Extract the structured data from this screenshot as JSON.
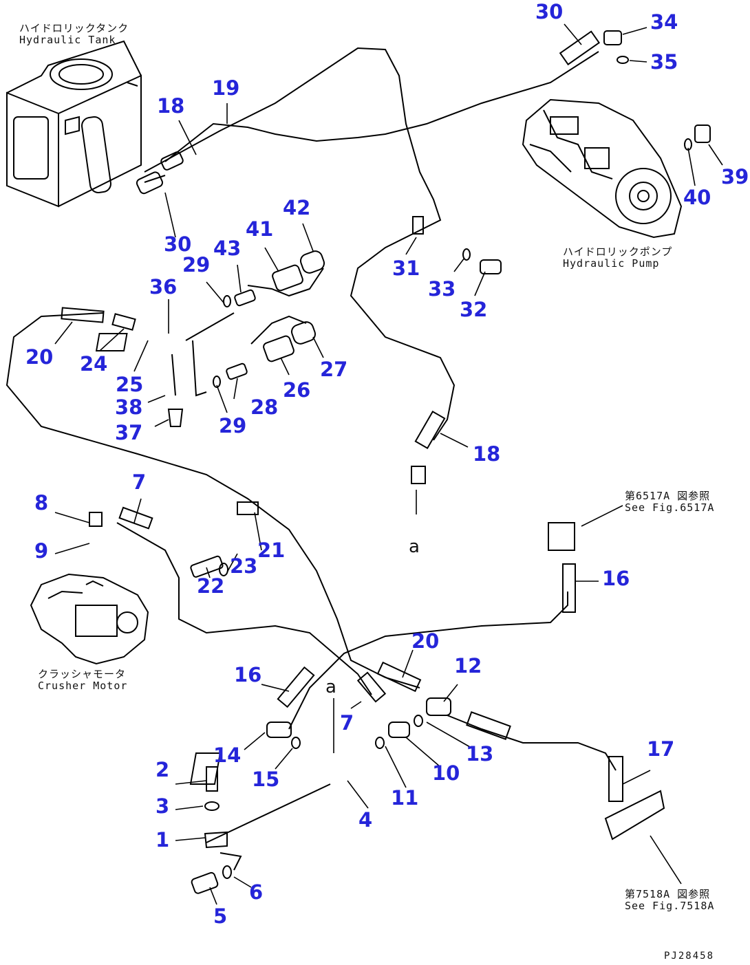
{
  "colors": {
    "callout": "#2525d9",
    "line": "#000000"
  },
  "drawing_code": "PJ28458",
  "detail_letter_1": "a",
  "detail_letter_2": "a",
  "components": {
    "tank": {
      "jp": "ハイドロリックタンク",
      "en": "Hydraulic Tank"
    },
    "pump": {
      "jp": "ハイドロリックポンプ",
      "en": "Hydraulic Pump"
    },
    "motor": {
      "jp": "クラッシャモータ",
      "en": "Crusher Motor"
    }
  },
  "references": [
    {
      "jp": "第6517A 図参照",
      "en": "See Fig.6517A"
    },
    {
      "jp": "第7518A 図参照",
      "en": "See Fig.7518A"
    }
  ],
  "callouts": [
    "30",
    "34",
    "35",
    "19",
    "18",
    "39",
    "40",
    "30",
    "42",
    "41",
    "43",
    "29",
    "36",
    "31",
    "33",
    "32",
    "20",
    "24",
    "25",
    "38",
    "37",
    "28",
    "29",
    "26",
    "27",
    "18",
    "7",
    "8",
    "9",
    "21",
    "23",
    "22",
    "16",
    "20",
    "12",
    "16",
    "7",
    "14",
    "15",
    "10",
    "11",
    "13",
    "2",
    "3",
    "1",
    "4",
    "17",
    "6",
    "5"
  ]
}
